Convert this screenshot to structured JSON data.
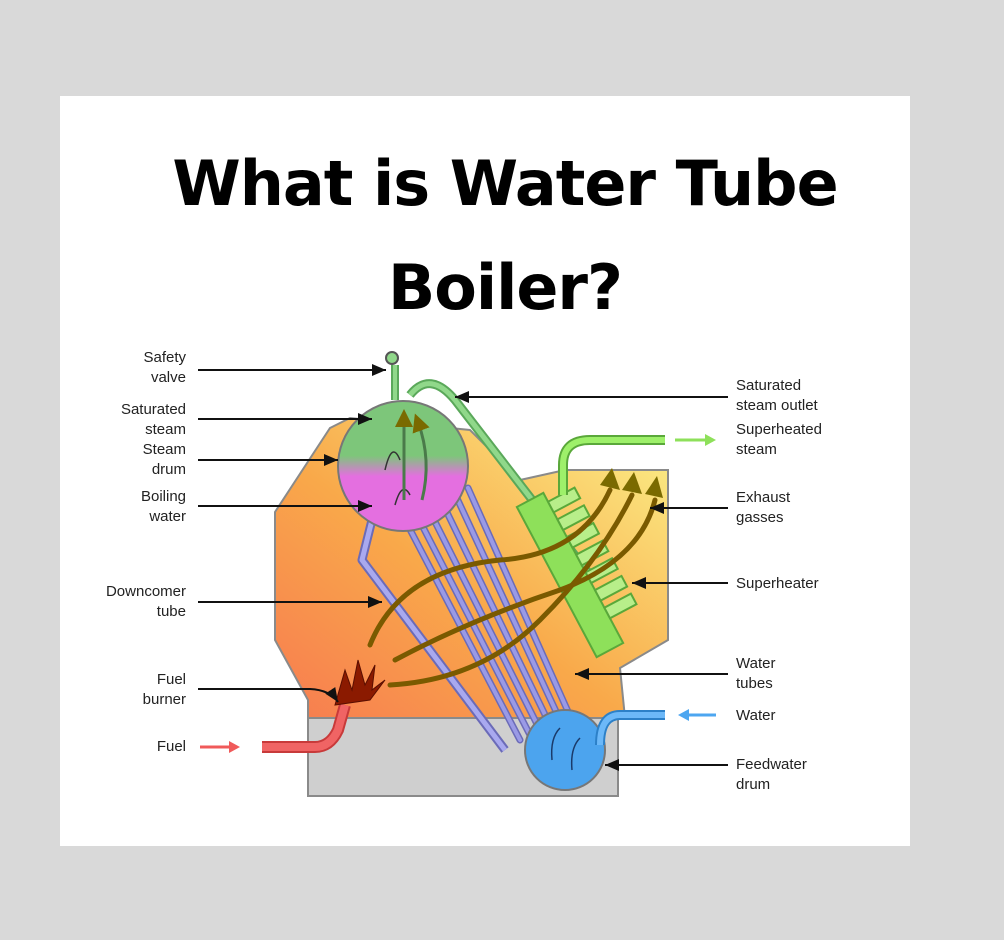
{
  "title": "What is Water Tube Boiler?",
  "labels_left": {
    "safety_valve": "Safety\nvalve",
    "saturated_steam": "Saturated\nsteam",
    "steam_drum": "Steam\ndrum",
    "boiling_water": "Boiling\nwater",
    "downcomer_tube": "Downcomer\ntube",
    "fuel_burner": "Fuel\nburner",
    "fuel": "Fuel"
  },
  "labels_right": {
    "saturated_steam_outlet": "Saturated\nsteam outlet",
    "superheated_steam": "Superheated\nsteam",
    "exhaust_gasses": "Exhaust\ngasses",
    "superheater": "Superheater",
    "water_tubes": "Water\ntubes",
    "water": "Water",
    "feedwater_drum": "Feedwater\ndrum"
  },
  "colors": {
    "steam": "#7fc97f",
    "boiling_water": "#e86ee8",
    "feedwater": "#4da6f0",
    "superheater": "#8ee05a",
    "fuel": "#f05a5a",
    "flame": "#8b1a00",
    "tube": "#8080d0",
    "furnace_hot": "#f5864a",
    "furnace_cool": "#f8f080",
    "base": "#c8c8c8"
  }
}
